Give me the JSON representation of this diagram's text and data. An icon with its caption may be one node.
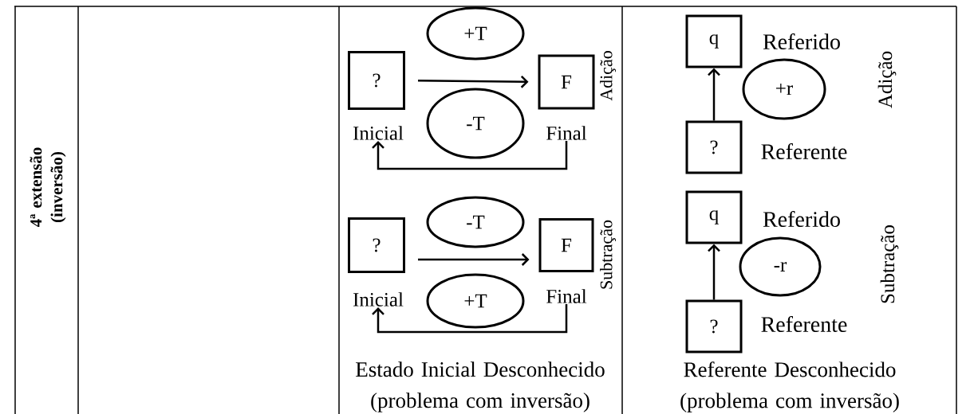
{
  "diagram": {
    "nodes": [
      {
        "text": [
          "?"
        ],
        "beside": [
          "Inicial"
        ]
      },
      {
        "text": [
          "+T"
        ]
      },
      {
        "text": [
          "F"
        ],
        "beside": [
          "Final"
        ]
      },
      {
        "text": [
          "-T"
        ]
      },
      {
        "text": [
          "?"
        ],
        "beside": [
          "Inicial"
        ]
      },
      {
        "text": [
          "-T"
        ]
      },
      {
        "text": [
          "F"
        ],
        "beside": [
          "Final"
        ]
      },
      {
        "text": [
          "+T"
        ]
      },
      {
        "text": [
          "q"
        ]
      },
      {
        "text": [
          "+r"
        ]
      },
      {
        "text": [
          "?"
        ]
      },
      {
        "text": [
          "q"
        ]
      },
      {
        "text": [
          "-r"
        ]
      },
      {
        "text": [
          "?"
        ]
      }
    ],
    "edges": [
      {
        "from": 0,
        "to": 2,
        "arrow": "to"
      },
      {
        "from": 2,
        "to": 0,
        "arrow": "to"
      },
      {
        "from": 4,
        "to": 6,
        "arrow": "to"
      },
      {
        "from": 6,
        "to": 4,
        "arrow": "to"
      },
      {
        "from": 10,
        "to": 8,
        "arrow": "to"
      },
      {
        "from": 13,
        "to": 11,
        "arrow": "to"
      }
    ],
    "labels": [
      "4ª extensão (inversão)",
      "Adição",
      "Subtração",
      "Estado Inicial Desconhecido (problema com inversão)",
      "Referido",
      "Adição",
      "Referente",
      "Referido",
      "Subtração",
      "Referente",
      "Referente Desconhecido (problema com inversão)"
    ]
  }
}
